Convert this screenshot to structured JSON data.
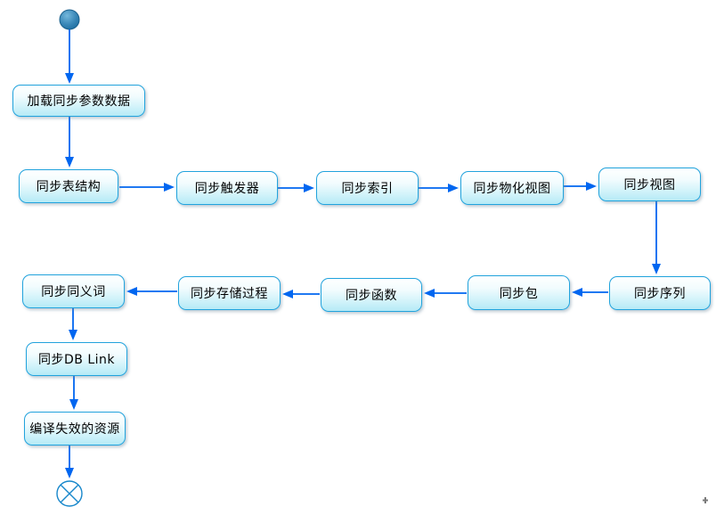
{
  "diagram": {
    "kind": "activity-flowchart",
    "colors": {
      "arrow": "#0066f0",
      "node_border": "#21a3dd",
      "node_fill_top": "#ffffff",
      "node_fill_bottom": "#b5eaf6",
      "start_node_fill": "#2878ab",
      "end_node_stroke": "#1787cb",
      "text": "#000000"
    },
    "start_node": {
      "shape": "filled-circle"
    },
    "end_node": {
      "shape": "circle-x"
    },
    "nodes": [
      {
        "id": "load-sync-params",
        "label": "加载同步参数数据"
      },
      {
        "id": "sync-table-structure",
        "label": "同步表结构"
      },
      {
        "id": "sync-trigger",
        "label": "同步触发器"
      },
      {
        "id": "sync-index",
        "label": "同步索引"
      },
      {
        "id": "sync-materialized-view",
        "label": "同步物化视图"
      },
      {
        "id": "sync-view",
        "label": "同步视图"
      },
      {
        "id": "sync-sequence",
        "label": "同步序列"
      },
      {
        "id": "sync-package",
        "label": "同步包"
      },
      {
        "id": "sync-function",
        "label": "同步函数"
      },
      {
        "id": "sync-stored-procedure",
        "label": "同步存储过程"
      },
      {
        "id": "sync-synonym",
        "label": "同步同义词"
      },
      {
        "id": "sync-db-link",
        "label": "同步DB Link"
      },
      {
        "id": "compile-invalid-resources",
        "label": "编译失效的资源"
      }
    ],
    "edges": [
      {
        "from": "start",
        "to": "load-sync-params"
      },
      {
        "from": "load-sync-params",
        "to": "sync-table-structure"
      },
      {
        "from": "sync-table-structure",
        "to": "sync-trigger"
      },
      {
        "from": "sync-trigger",
        "to": "sync-index"
      },
      {
        "from": "sync-index",
        "to": "sync-materialized-view"
      },
      {
        "from": "sync-materialized-view",
        "to": "sync-view"
      },
      {
        "from": "sync-view",
        "to": "sync-sequence"
      },
      {
        "from": "sync-sequence",
        "to": "sync-package"
      },
      {
        "from": "sync-package",
        "to": "sync-function"
      },
      {
        "from": "sync-function",
        "to": "sync-stored-procedure"
      },
      {
        "from": "sync-stored-procedure",
        "to": "sync-synonym"
      },
      {
        "from": "sync-synonym",
        "to": "sync-db-link"
      },
      {
        "from": "sync-db-link",
        "to": "compile-invalid-resources"
      },
      {
        "from": "compile-invalid-resources",
        "to": "end"
      }
    ]
  }
}
